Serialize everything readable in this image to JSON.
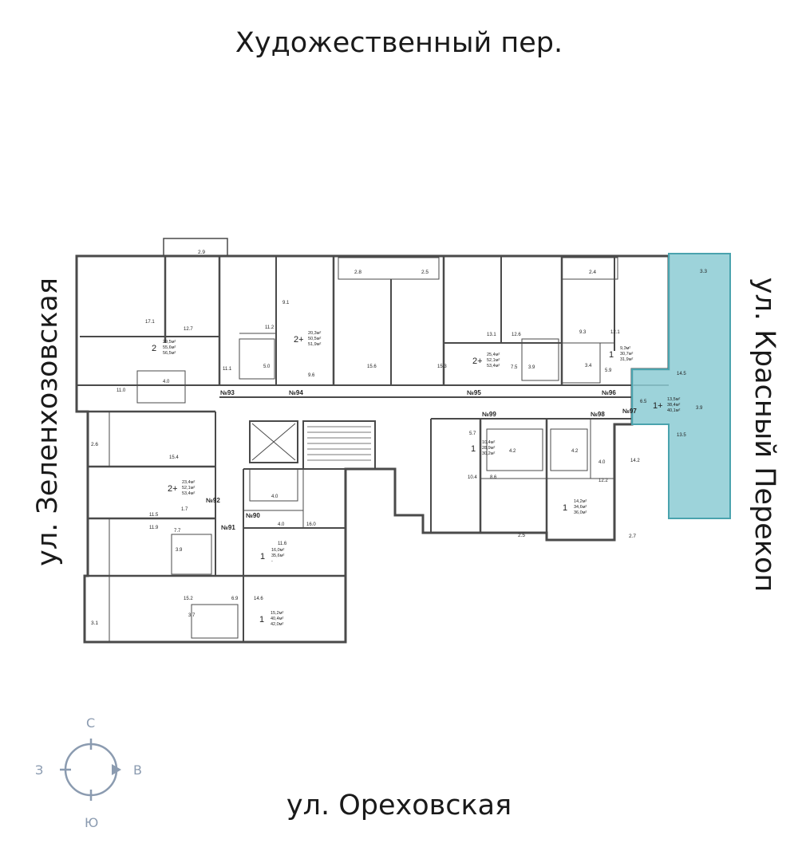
{
  "streets": {
    "north": "Художественный пер.",
    "south": "ул. Ореховская",
    "west": "ул. Зеленхозовская",
    "east": "ул. Красный Перекоп"
  },
  "compass": {
    "n": "С",
    "s": "Ю",
    "w": "З",
    "e": "В"
  },
  "colors": {
    "highlight": "#8ccbd3",
    "highlight_stroke": "#4aa3ae",
    "wall": "#4a4a4a",
    "compass": "#8b9bb0"
  },
  "corridor_numbers": [
    "№93",
    "№94",
    "№95",
    "№96",
    "№97",
    "№98",
    "№99",
    "№92",
    "№91",
    "№90"
  ],
  "balconies": [
    "2.9",
    "2.8",
    "2.5",
    "2.4",
    "3.3",
    "2.6",
    "3.1",
    "2.5",
    "2.7"
  ],
  "room_areas": [
    "17.1",
    "12.7",
    "11.2",
    "9.1",
    "13.1",
    "12.6",
    "9.3",
    "12.1",
    "11.1",
    "9.6",
    "15.6",
    "15.3",
    "7.5",
    "3.9",
    "3.4",
    "5.9",
    "11.0",
    "4.0",
    "14.5",
    "6.5",
    "3.9",
    "13.5",
    "5.7",
    "4.2",
    "4.2",
    "4.0",
    "10.4",
    "8.6",
    "12.2",
    "14.2",
    "15.4",
    "11.5",
    "11.9",
    "1.7",
    "7.7",
    "3.9",
    "4.0",
    "4.0",
    "16.0",
    "11.6",
    "15.2",
    "6.9",
    "3.7",
    "14.6",
    "5.0"
  ],
  "apartments": [
    {
      "rooms": "2",
      "lines": [
        "29,5м²",
        "55,6м²",
        "56,5м²"
      ]
    },
    {
      "rooms": "2+",
      "lines": [
        "20,3м²",
        "50,5м²",
        "51,9м²"
      ]
    },
    {
      "rooms": "2+",
      "lines": [
        "25,4м²",
        "52,1м²",
        "53,4м²"
      ]
    },
    {
      "rooms": "1",
      "lines": [
        "9,3м²",
        "30,7м²",
        "31,9м²"
      ]
    },
    {
      "rooms": "1+",
      "lines": [
        "13,5м²",
        "38,4м²",
        "40,1м²"
      ]
    },
    {
      "rooms": "1",
      "lines": [
        "10,4м²",
        "28,9м²",
        "30,2м²"
      ]
    },
    {
      "rooms": "1",
      "lines": [
        "14,2м²",
        "34,6м²",
        "36,0м²"
      ]
    },
    {
      "rooms": "2+",
      "lines": [
        "23,4м²",
        "52,1м²",
        "53,4м²"
      ]
    },
    {
      "rooms": "1",
      "lines": [
        "16,0м²",
        "35,6м²",
        "-"
      ]
    },
    {
      "rooms": "1",
      "lines": [
        "15,2м²",
        "40,4м²",
        "42,0м²"
      ]
    }
  ]
}
